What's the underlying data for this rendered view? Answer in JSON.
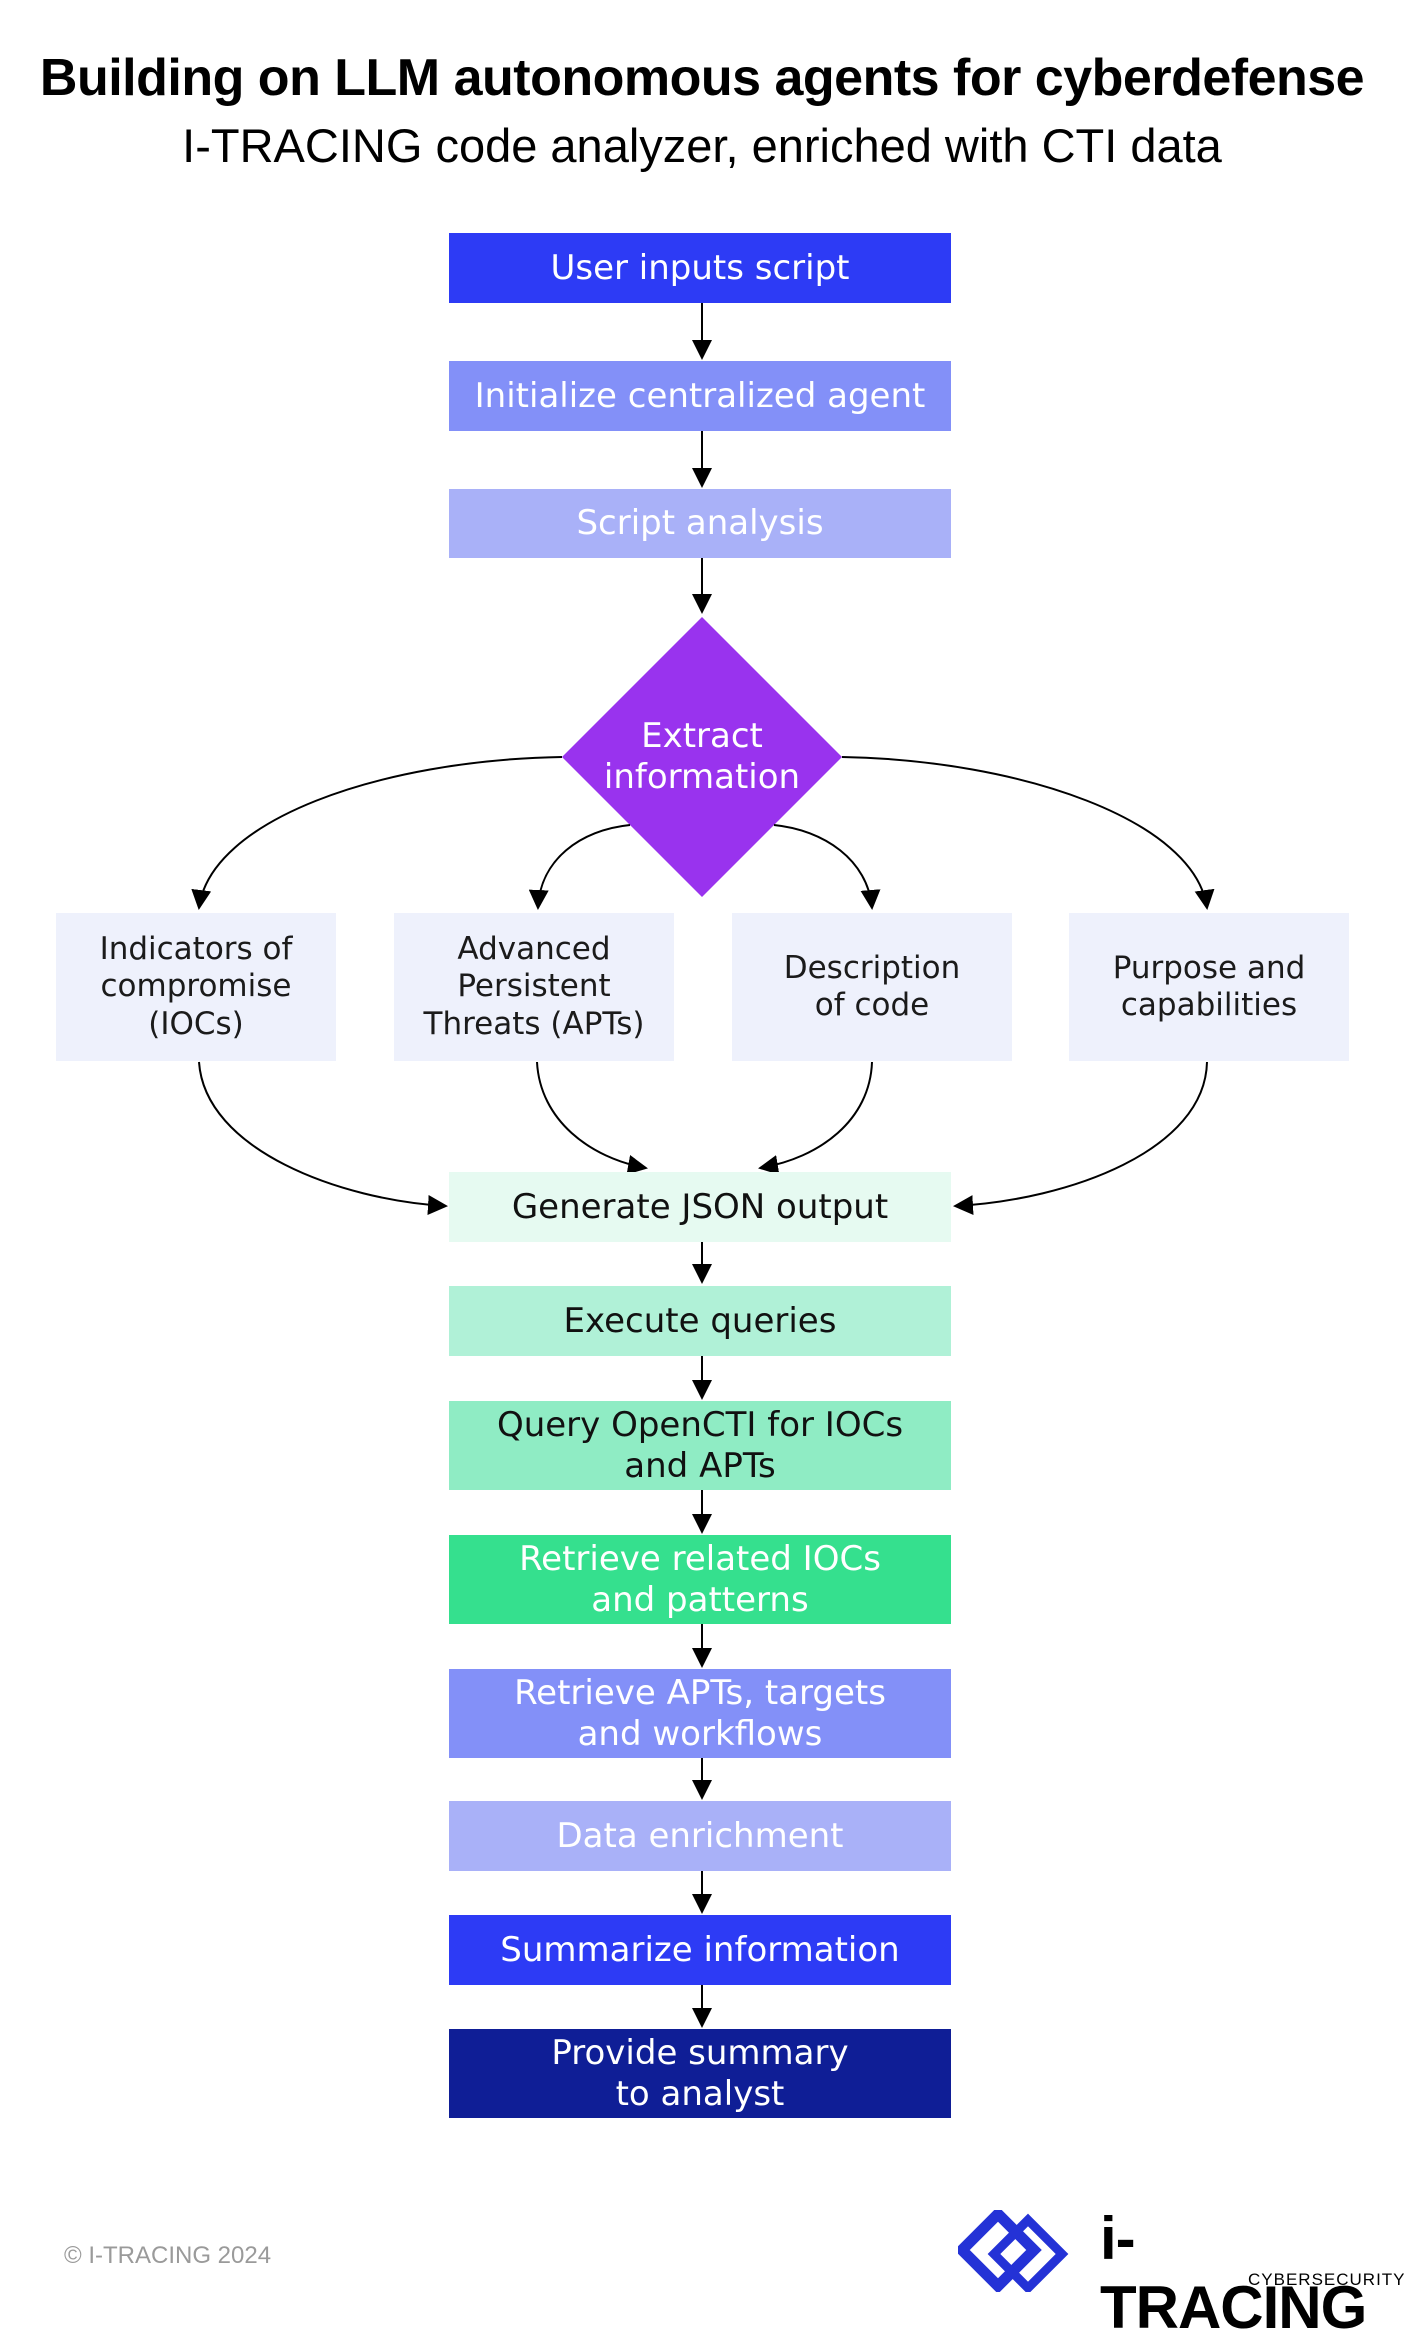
{
  "header": {
    "title": "Building on LLM autonomous agents for cyberdefense",
    "subtitle": "I-TRACING code analyzer, enriched with CTI data"
  },
  "flow": {
    "user_inputs": "User inputs script",
    "initialize_agent": "Initialize centralized agent",
    "script_analysis": "Script analysis",
    "extract_info": "Extract\ninformation",
    "iocs": "Indicators of\ncompromise\n(IOCs)",
    "apts": "Advanced\nPersistent\nThreats (APTs)",
    "description": "Description\nof code",
    "purpose": "Purpose and\ncapabilities",
    "generate_json": "Generate JSON output",
    "execute_queries": "Execute queries",
    "query_opencti": "Query OpenCTI for IOCs\nand APTs",
    "retrieve_iocs": "Retrieve related IOCs\nand patterns",
    "retrieve_apts": "Retrieve APTs, targets\nand workflows",
    "data_enrichment": "Data enrichment",
    "summarize": "Summarize information",
    "provide_summary": "Provide summary\nto analyst"
  },
  "colors": {
    "blue_strong": "#2d3bf5",
    "blue_medium": "#8390f8",
    "blue_light": "#a9b1f8",
    "purple": "#9933ee",
    "lavender_box": "#eef1fc",
    "mint_1": "#e6faf1",
    "mint_2": "#b0f1d7",
    "mint_3": "#8fecc4",
    "green": "#35e08e",
    "navy": "#0f1e96",
    "brand_blue": "#2432d6"
  },
  "footer": {
    "copyright": "© I-TRACING 2024"
  },
  "brand": {
    "name": "i-TRACING",
    "tagline": "CYBERSECURITY",
    "logo_icon": "diamond-logo-icon"
  }
}
